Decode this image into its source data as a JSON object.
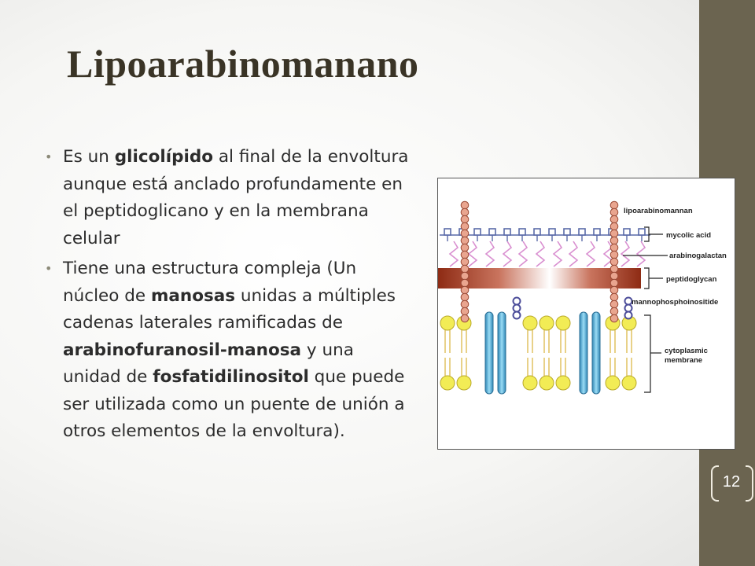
{
  "slide": {
    "title": "Lipoarabinomanano",
    "page_number": "12",
    "bullets": [
      [
        {
          "t": "Es un ",
          "b": false
        },
        {
          "t": "glicolípido",
          "b": true
        },
        {
          "t": " al final de la envoltura aunque está anclado profundamente en el peptidoglicano y en la membrana celular",
          "b": false
        }
      ],
      [
        {
          "t": "Tiene una estructura compleja (Un núcleo de ",
          "b": false
        },
        {
          "t": "manosas",
          "b": true
        },
        {
          "t": " unidas a múltiples cadenas laterales ramificadas de ",
          "b": false
        },
        {
          "t": "arabinofuranosil-manosa",
          "b": true
        },
        {
          "t": " y una unidad de ",
          "b": false
        },
        {
          "t": "fosfatidilinositol",
          "b": true
        },
        {
          "t": " que puede ser utilizada como un puente de unión a otros elementos de la envoltura).",
          "b": false
        }
      ]
    ]
  },
  "figure": {
    "labels": {
      "lipoarabinomannan": "lipoarabinomannan",
      "mycolic_acid": "mycolic acid",
      "arabinogalactan": "arabinogalactan",
      "peptidoglycan": "peptidoglycan",
      "mannophosphoinositide": "mannophosphoinositide",
      "cytoplasmic_1": "cytoplasmic",
      "cytoplasmic_2": "membrane"
    },
    "colors": {
      "bead": "#e9a58f",
      "mycolic": "#5a6aa8",
      "arabinogalactan": "#d98fd0",
      "peptidoglycan_dark": "#8e2b14",
      "lipid_head": "#f2ec55",
      "protein": "#58b7df",
      "mpi_bead": "#4c4d9a",
      "text": "#222222"
    }
  }
}
